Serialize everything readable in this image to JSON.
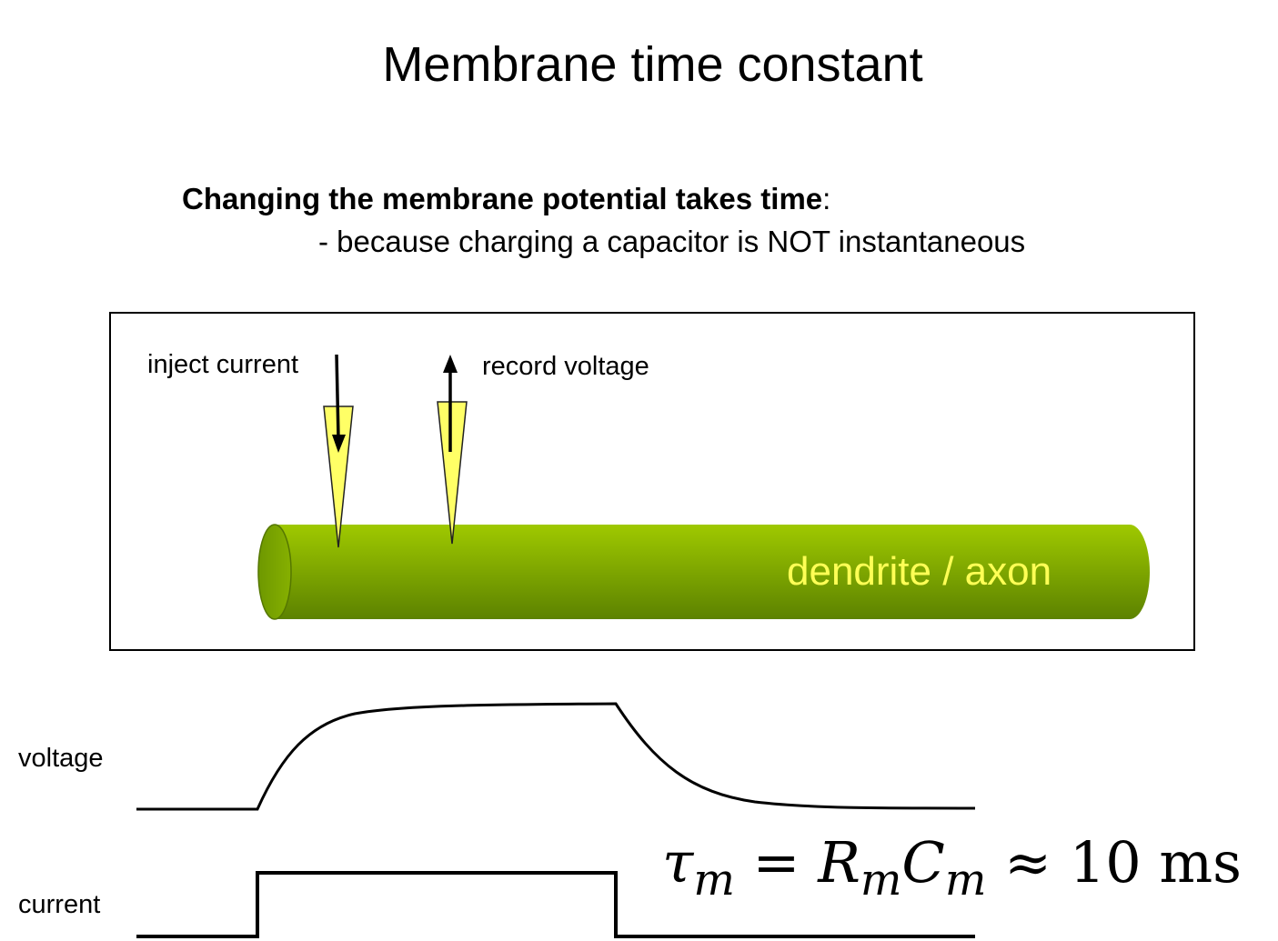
{
  "title": "Membrane time constant",
  "intro": {
    "bold": "Changing the membrane potential takes time",
    "colon": ":",
    "subline": "- because charging a capacitor is NOT instantaneous"
  },
  "diagram": {
    "inject_label": "inject current",
    "record_label": "record voltage",
    "cable_label": "dendrite / axon"
  },
  "traces": {
    "voltage_label": "voltage",
    "current_label": "current"
  },
  "formula": {
    "tau": "τ",
    "tau_sub": "m",
    "equals": "=",
    "r": "R",
    "r_sub": "m",
    "c": "C",
    "c_sub": "m",
    "approx": "≈",
    "value": "10 ms"
  },
  "colors": {
    "cable_light": "#99c400",
    "cable_dark": "#5e8500",
    "electrode": "#ffff66",
    "cable_text": "#ffff55"
  }
}
